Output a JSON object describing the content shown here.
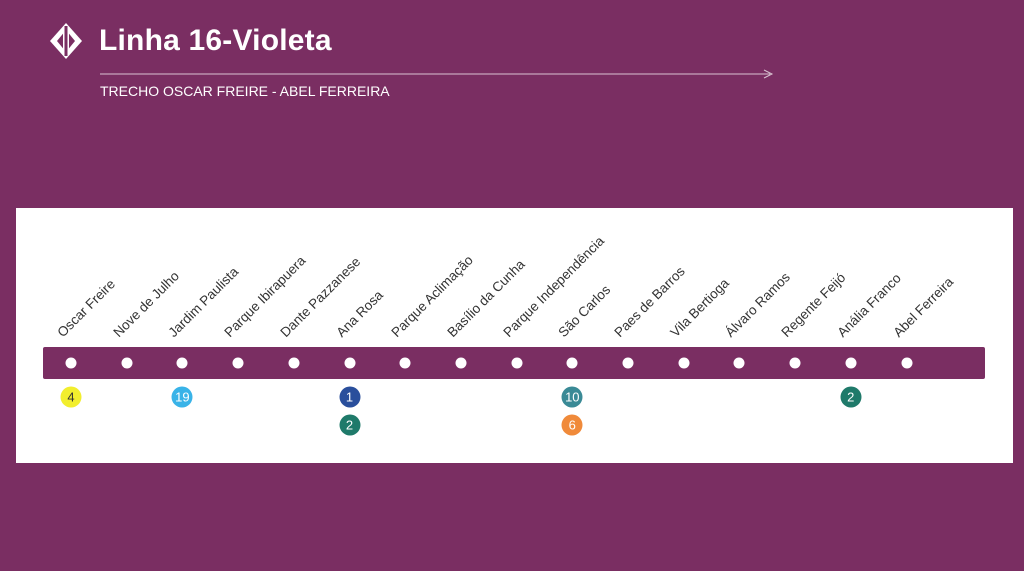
{
  "header": {
    "title": "Linha 16-Violeta",
    "subtitle": "TRECHO OSCAR FREIRE - ABEL FERREIRA",
    "logo_icon": "metro-sp-logo-icon"
  },
  "colors": {
    "background": "#7a2e62",
    "line": "#7a2e62",
    "panel": "#ffffff"
  },
  "stations": [
    {
      "name": "Oscar Freire",
      "connections": [
        {
          "line": "4",
          "color": "#f2ee2e",
          "text_color": "#333333"
        }
      ]
    },
    {
      "name": "Nove de Julho",
      "connections": []
    },
    {
      "name": "Jardim Paulista",
      "connections": [
        {
          "line": "19",
          "color": "#39b3e8",
          "text_color": "#ffffff"
        }
      ]
    },
    {
      "name": "Parque Ibirapuera",
      "connections": []
    },
    {
      "name": "Dante Pazzanese",
      "connections": []
    },
    {
      "name": "Ana Rosa",
      "connections": [
        {
          "line": "1",
          "color": "#2a4f9c",
          "text_color": "#ffffff"
        },
        {
          "line": "2",
          "color": "#1f7a6a",
          "text_color": "#ffffff"
        }
      ]
    },
    {
      "name": "Parque Aclimação",
      "connections": []
    },
    {
      "name": "Basílio da Cunha",
      "connections": []
    },
    {
      "name": "Parque Independência",
      "connections": []
    },
    {
      "name": "São Carlos",
      "connections": [
        {
          "line": "10",
          "color": "#3a8a96",
          "text_color": "#ffffff"
        },
        {
          "line": "6",
          "color": "#f08a3a",
          "text_color": "#ffffff"
        }
      ]
    },
    {
      "name": "Paes de Barros",
      "connections": []
    },
    {
      "name": "Vila Bertioga",
      "connections": []
    },
    {
      "name": "Álvaro Ramos",
      "connections": []
    },
    {
      "name": "Regente Feijó",
      "connections": []
    },
    {
      "name": "Anália Franco",
      "connections": [
        {
          "line": "2",
          "color": "#1f7a6a",
          "text_color": "#ffffff"
        }
      ]
    },
    {
      "name": "Abel Ferreira",
      "connections": []
    }
  ]
}
